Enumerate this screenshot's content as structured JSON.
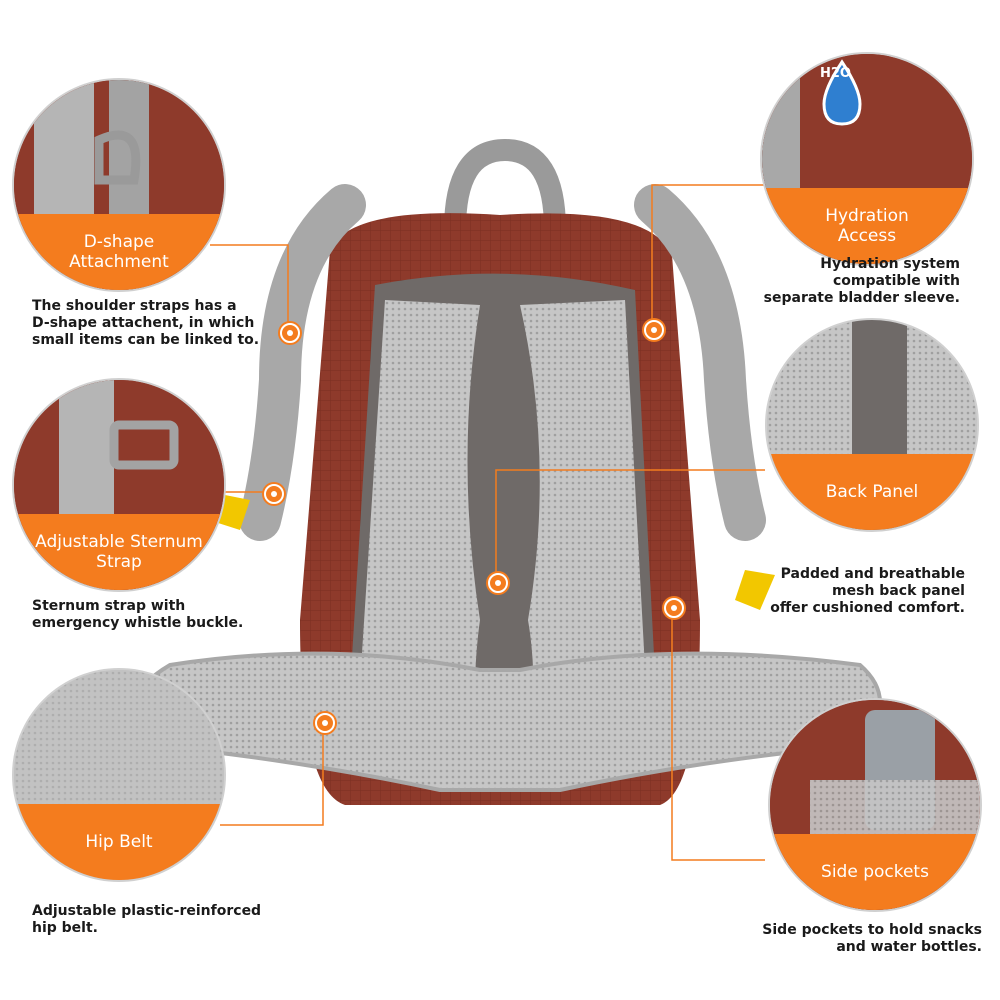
{
  "features": {
    "d_shape": {
      "title": "D-shape\nAttachment",
      "caption": "The shoulder straps has a\nD-shape attachent, in which\nsmall items can be linked to."
    },
    "sternum": {
      "title": "Adjustable Sternum\nStrap",
      "caption": "Sternum strap with\nemergency whistle buckle."
    },
    "hip_belt": {
      "title": "Hip Belt",
      "caption": "Adjustable plastic-reinforced\nhip belt."
    },
    "hydration": {
      "title": "Hydration\nAccess",
      "caption": "Hydration system\ncompatible with\nseparate bladder sleeve.",
      "icon_label": "H2O"
    },
    "back_panel": {
      "title": "Back Panel",
      "caption": "Padded and breathable\nmesh back panel\noffer cushioned comfort."
    },
    "side_pockets": {
      "title": "Side pockets",
      "caption": "Side pockets to hold snacks\nand water bottles."
    }
  },
  "colors": {
    "accent": "#f47c1e",
    "backpack_red": "#8e3a2b",
    "strap_gray": "#a8a8a8",
    "mesh_gray": "#c9c9c9"
  }
}
